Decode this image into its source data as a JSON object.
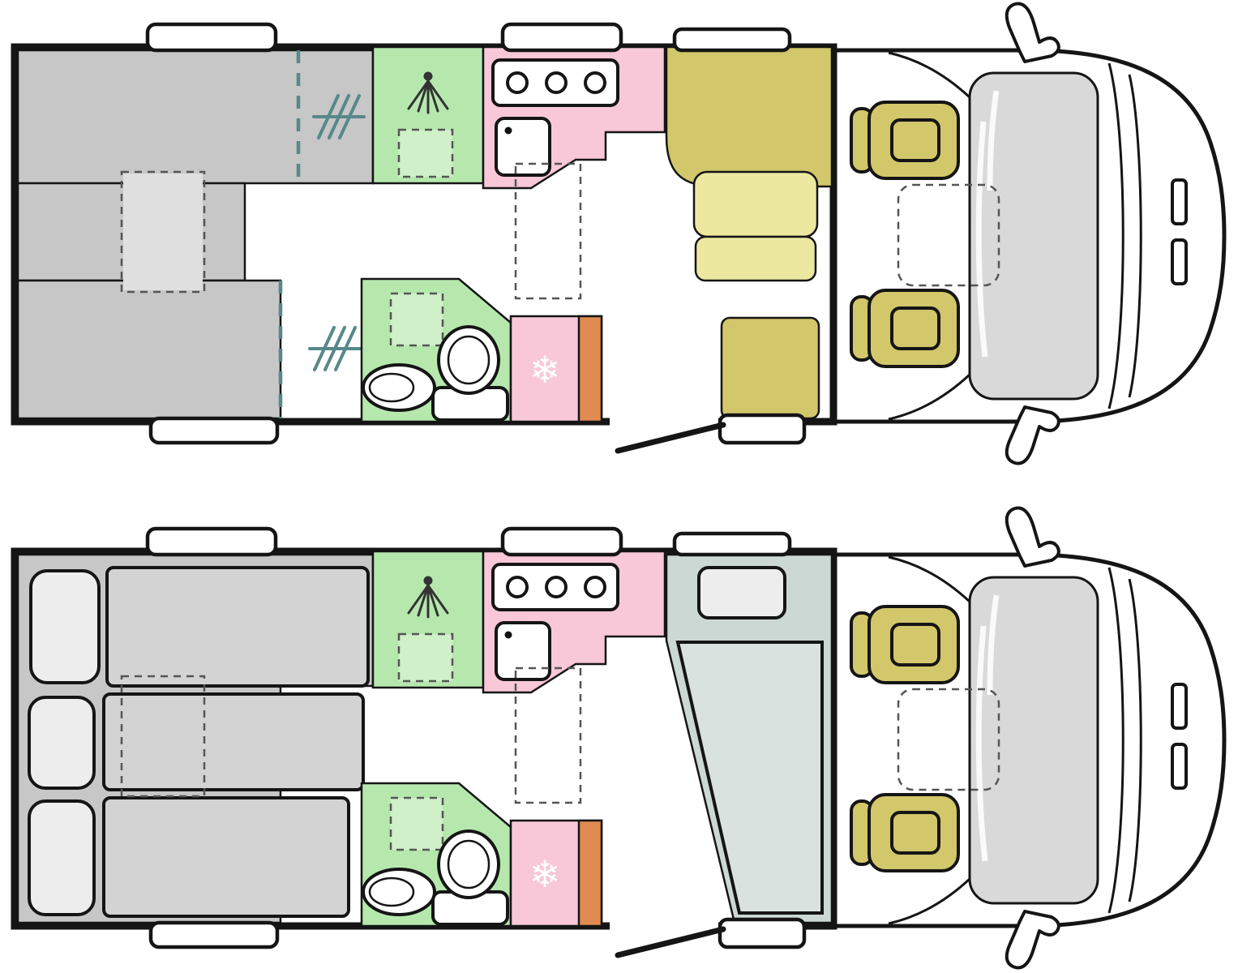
{
  "diagram": {
    "type": "motorhome-floorplan-top-view",
    "plans": [
      {
        "id": "day-layout",
        "position": "top",
        "areas": [
          "rear-twin-single-beds",
          "wardrobe-with-hanging-symbol",
          "shower-cubicle",
          "kitchen-with-3-burner-hob-and-sink",
          "overhead-locker-dashed",
          "washroom-with-toilet-and-basin",
          "fridge",
          "l-shaped-dinette-with-table",
          "side-bench-seat",
          "entry-door",
          "swivel-cab-seats",
          "driver-cab"
        ]
      },
      {
        "id": "night-layout",
        "position": "bottom",
        "areas": [
          "three-made-up-rear-beds-with-pillows",
          "shower-cubicle",
          "kitchen-with-3-burner-hob-and-sink",
          "overhead-locker-dashed",
          "washroom-with-toilet-and-basin",
          "fridge",
          "front-made-up-bed-with-pillow",
          "entry-door",
          "cab-seats",
          "driver-cab"
        ]
      }
    ]
  },
  "icons": {
    "snowflake": "❄",
    "shower_head": "dot-with-spray-lines",
    "hob_burners": 3
  },
  "colors": {
    "line": "#151515",
    "gray": "#c7c7c7",
    "gray_light": "#dfdfdf",
    "bed_gray": "#d3d3d3",
    "pillow": "#ededed",
    "green": "#b6e8ae",
    "green_light": "#cff0c8",
    "pink": "#f8c7d8",
    "khaki": "#d2c76a",
    "pale_yellow": "#ece8a0",
    "orange": "#e08b52",
    "night_bed": "#ccd8d3",
    "night_bed_light": "#d9e2de",
    "windshield": "#d9d9d9",
    "teal": "#57888a",
    "dash_gray": "#555555"
  }
}
